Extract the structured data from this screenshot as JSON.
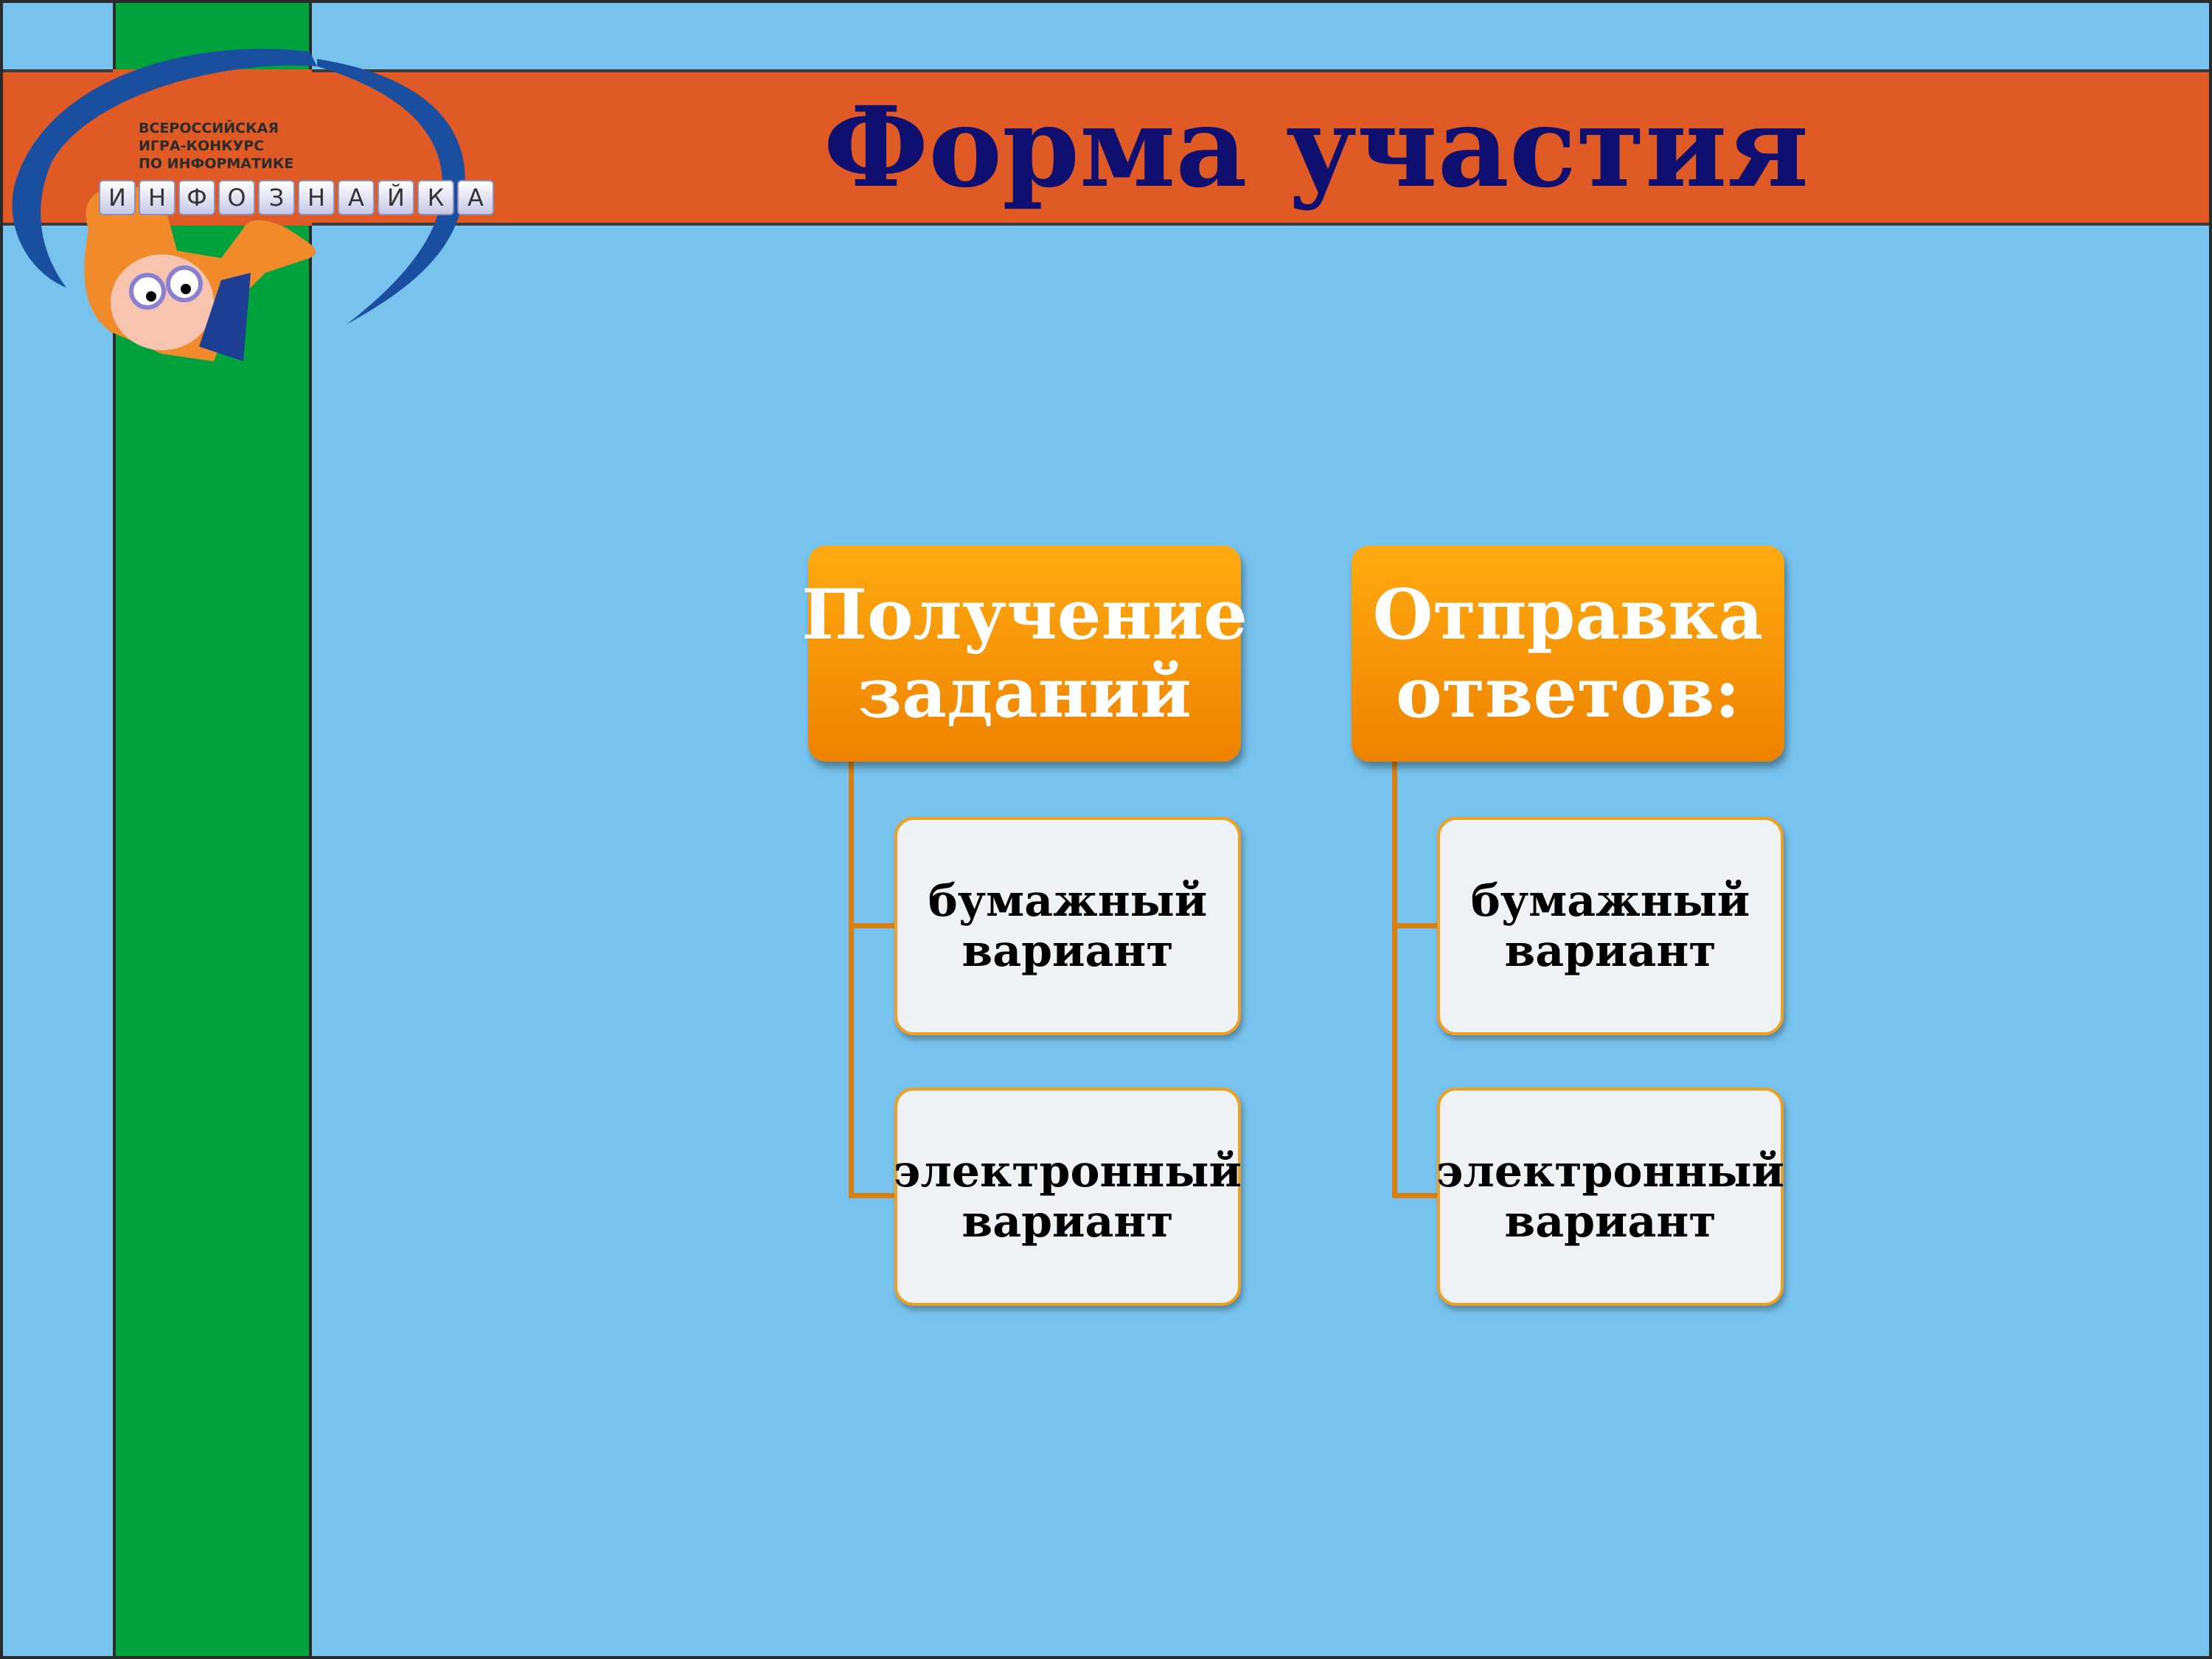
{
  "title": "Форма участия",
  "logo": {
    "line1": "ВСЕРОССИЙСКАЯ",
    "line2": "ИГРА-КОНКУРС",
    "line3": "ПО ИНФОРМАТИКЕ",
    "keys": [
      "И",
      "Н",
      "Ф",
      "О",
      "З",
      "Н",
      "А",
      "Й",
      "К",
      "А"
    ]
  },
  "diagram": {
    "groups": [
      {
        "header": "Получение заданий",
        "items": [
          "бумажный вариант",
          "электронный вариант"
        ]
      },
      {
        "header": "Отправка ответов:",
        "items": [
          "бумажный вариант",
          "электронный вариант"
        ]
      }
    ]
  },
  "colors": {
    "background": "#77c3ee",
    "band": "#e05a25",
    "stripe": "#00a23d",
    "title": "#0f0f70",
    "header_box": "#f59000"
  }
}
